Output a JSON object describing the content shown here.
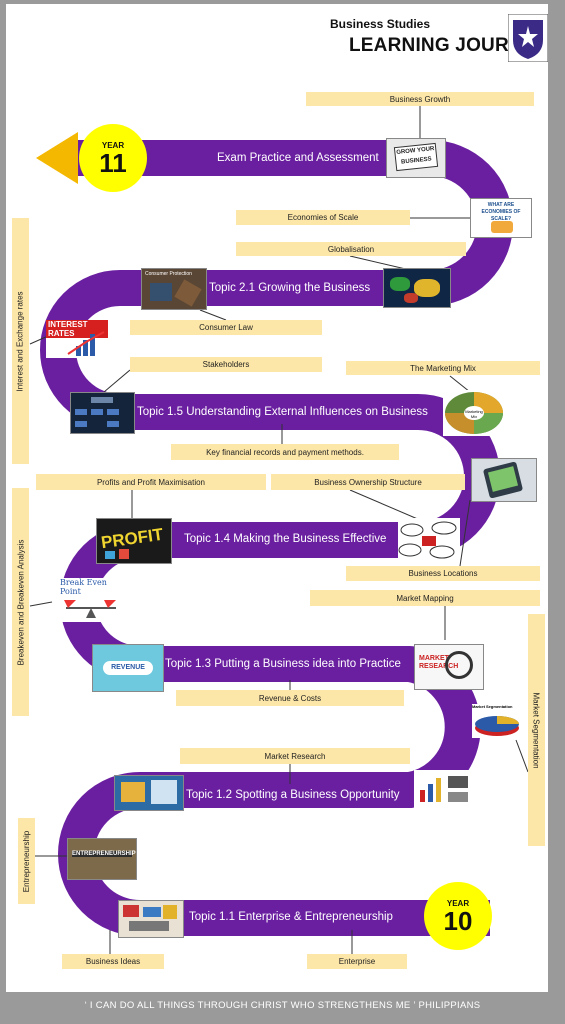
{
  "header": {
    "subject": "Business Studies",
    "title": "LEARNING JOURNEY"
  },
  "year_start": {
    "label": "YEAR",
    "number": "10"
  },
  "year_end": {
    "label": "YEAR",
    "number": "11"
  },
  "topics": {
    "t11": "Topic 1.1 Enterprise & Entrepreneurship",
    "t12": "Topic 1.2 Spotting a Business Opportunity",
    "t13": "Topic 1.3 Putting a Business idea into Practice",
    "t14": "Topic 1.4 Making the Business Effective",
    "t15": "Topic 1.5 Understanding External Influences on Business",
    "t21": "Topic 2.1 Growing the Business",
    "exam": "Exam Practice and Assessment"
  },
  "labels": {
    "business_growth": "Business Growth",
    "economies_of_scale": "Economies of Scale",
    "globalisation": "Globalisation",
    "consumer_law": "Consumer Law",
    "stakeholders": "Stakeholders",
    "marketing_mix": "The Marketing Mix",
    "key_financial": "Key financial records and payment methods.",
    "profits": "Profits and Profit Maximisation",
    "ownership": "Business Ownership Structure",
    "locations": "Business Locations",
    "market_mapping": "Market Mapping",
    "revenue_costs": "Revenue & Costs",
    "market_research": "Market Research",
    "business_ideas": "Business Ideas",
    "enterprise": "Enterprise",
    "interest_exchange": "Interest and Exchange rates",
    "breakeven": "Breakeven and Breakeven Analysis",
    "market_segmentation": "Market Segmentation",
    "entrepreneurship": "Entrepreneurship"
  },
  "thumbs": {
    "grow": "GROW YOUR BUSINESS",
    "economies": "WHAT ARE ECONOMIES OF SCALE?",
    "consumer": "Consumer Protection",
    "interest": "INTEREST RATES",
    "profit": "PROFIT",
    "breakeven": "Break Even Point",
    "revenue": "REVENUE",
    "market_research": "MARKET RESEARCH",
    "segmentation": "Market Segmentation",
    "marketing_mix": "Marketing Mix",
    "entrepreneurship": "ENTREPRENEURSHIP"
  },
  "footer": {
    "quote": "‘ I CAN DO ALL THINGS THROUGH CHRIST WHO STRENGTHENS ME ’  PHILIPPIANS"
  },
  "colors": {
    "road": "#6a1fa0",
    "label_bg": "#fde7a8",
    "year_circle": "#ffff00",
    "arrow": "#f5b800"
  }
}
